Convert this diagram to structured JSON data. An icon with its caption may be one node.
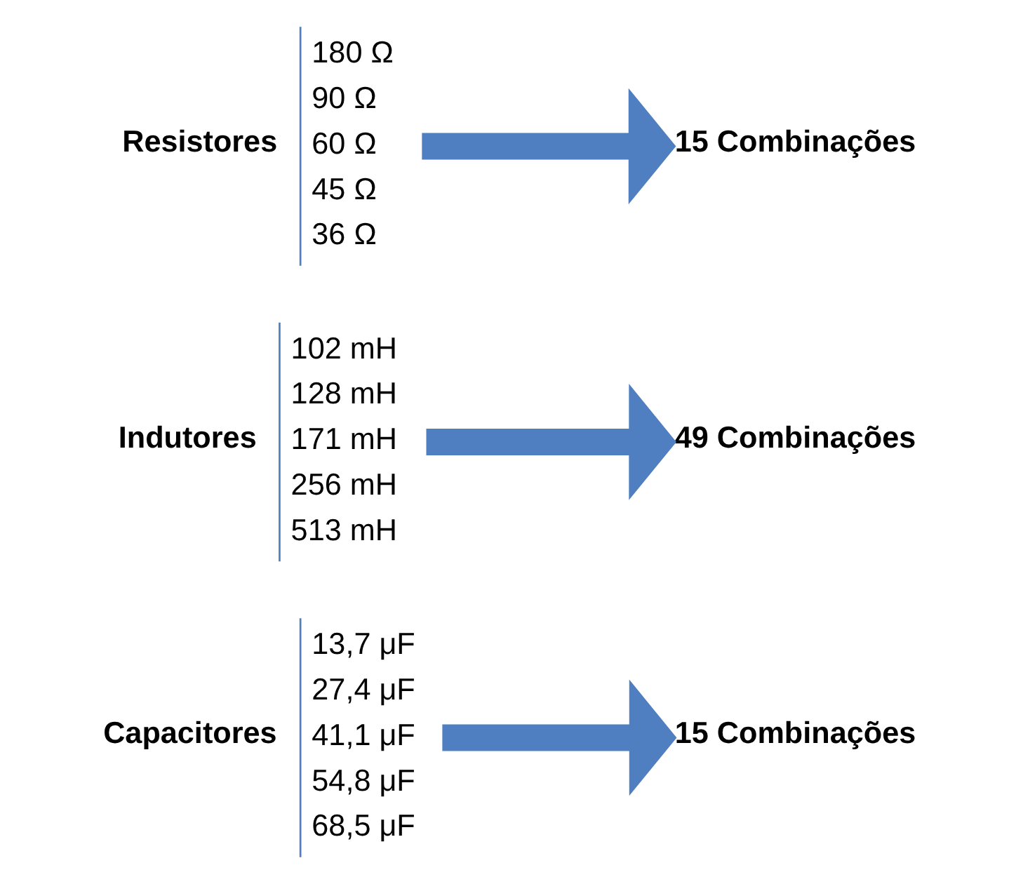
{
  "diagram": {
    "nodes": [
      {
        "text": [
          "Resistores",
          "180 Ω",
          "90 Ω",
          "60 Ω",
          "45 Ω",
          "36 Ω"
        ]
      },
      {
        "text": [
          "15 Combinações"
        ]
      },
      {
        "text": [
          "Indutores",
          "102 mH",
          "128 mH",
          "171 mH",
          "256 mH",
          "513 mH"
        ]
      },
      {
        "text": [
          "49 Combinações"
        ]
      },
      {
        "text": [
          "Capacitores",
          "13,7 μF",
          "27,4 μF",
          "41,1 μF",
          "54,8 μF",
          "68,5 μF"
        ]
      },
      {
        "text": [
          "15 Combinações"
        ]
      }
    ],
    "edges": [
      {
        "from": 0,
        "to": 1,
        "arrow": "to"
      },
      {
        "from": 2,
        "to": 3,
        "arrow": "to"
      },
      {
        "from": 4,
        "to": 5,
        "arrow": "to"
      }
    ]
  }
}
